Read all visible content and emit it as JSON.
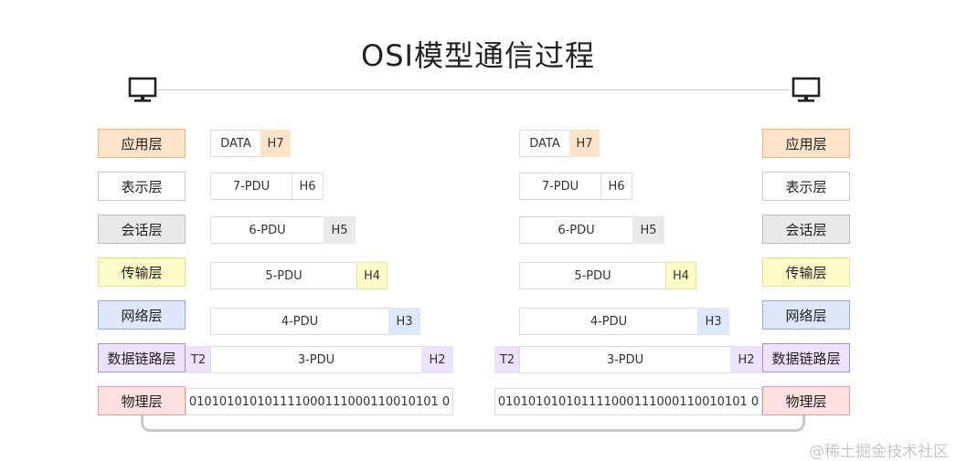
{
  "title": "OSI模型通信过程",
  "layers": [
    {
      "label": "应用层",
      "bg": "#fde4c8",
      "border": "#f5b57a"
    },
    {
      "label": "表示层",
      "bg": "#ffffff",
      "border": "#cccccc"
    },
    {
      "label": "会话层",
      "bg": "#e9e9e9",
      "border": "#bdbdbd"
    },
    {
      "label": "传输层",
      "bg": "#fffbc9",
      "border": "#ece48a"
    },
    {
      "label": "网络层",
      "bg": "#dfe8fb",
      "border": "#8eaee8"
    },
    {
      "label": "数据链路层",
      "bg": "#ece3fb",
      "border": "#a98cd8"
    },
    {
      "label": "物理层",
      "bg": "#fde0e0",
      "border": "#ef9a9a"
    }
  ],
  "units": {
    "data": "DATA",
    "h7": "H7",
    "pdu7": "7-PDU",
    "h6": "H6",
    "pdu6": "6-PDU",
    "h5": "H5",
    "pdu5": "5-PDU",
    "h4": "H4",
    "pdu4": "4-PDU",
    "h3": "H3",
    "t2": "T2",
    "pdu3": "3-PDU",
    "h2": "H2",
    "bits": "010101010101111000111000110010101 0"
  },
  "colors": {
    "h7": "#fde4c8",
    "h5": "#e9e9e9",
    "h4": "#fffbc9",
    "h3": "#dfe8fb",
    "h2": "#ece3fb"
  },
  "icons": {
    "left": "monitor-icon",
    "right": "monitor-icon"
  },
  "watermark": "@稀土掘金技术社区"
}
